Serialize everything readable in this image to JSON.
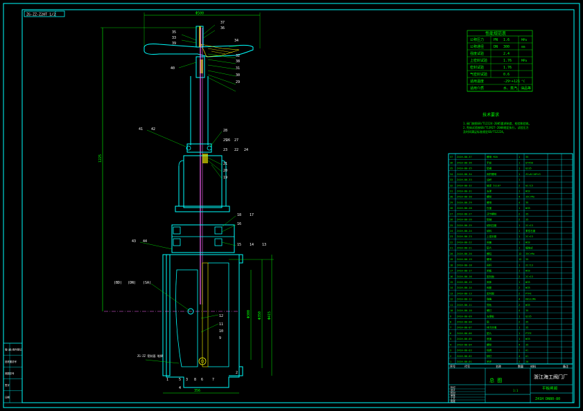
{
  "sheet": {
    "drawing_code_box": "ZG-ZZ-Z20T 1/2",
    "title_block": {
      "company": "浙江海工阀门厂",
      "assembly_label": "总 图",
      "product_name": "平板闸阀",
      "drawing_no": "Z41H DN80-80",
      "scale_label": "1:1"
    },
    "spec_table": {
      "title": "性能规范表",
      "rows": [
        {
          "label": "公称压力",
          "sym": "PN",
          "value": "1.6",
          "unit": "MPa"
        },
        {
          "label": "公称通径",
          "sym": "DN",
          "value": "300",
          "unit": "mm"
        },
        {
          "label": "强度试验",
          "sym": "",
          "value": "2.4",
          "unit": ""
        },
        {
          "label": "上密封试验",
          "sym": "",
          "value": "1.76",
          "unit": "MPa"
        },
        {
          "label": "密封试验",
          "sym": "",
          "value": "1.76",
          "unit": ""
        },
        {
          "label": "气密封试验",
          "sym": "",
          "value": "0.6",
          "unit": ""
        },
        {
          "label": "适用温度",
          "sym": "",
          "value": "-29~+121",
          "unit": "°C"
        },
        {
          "label": "适用介质",
          "sym": "",
          "value": "水、蒸汽、油品等",
          "unit": ""
        }
      ]
    },
    "tech_req": {
      "title": "技术要求",
      "lines": [
        "1.阀门按照GB/T12224-2005要求制造、检验和验收。",
        "2.壳体试验按GB/T13927-2008规定执行，试验压力",
        "  及时间满足标准规定GB/T12224。"
      ]
    },
    "part_labels": [
      "37",
      "36",
      "35",
      "34",
      "33",
      "32",
      "39",
      "38",
      "31",
      "30",
      "29",
      "40",
      "28",
      "27",
      "26",
      "25",
      "24",
      "23",
      "22",
      "21",
      "41",
      "42",
      "20",
      "19",
      "18",
      "17",
      "16",
      "15",
      "14",
      "13",
      "12",
      "11",
      "10",
      "43",
      "44",
      "9",
      "8",
      "7",
      "6",
      "5",
      "4",
      "3",
      "2",
      "1"
    ],
    "dimensions": {
      "top_width": "Φ500",
      "total_height": "1225",
      "face_length": "356",
      "bore_1": "Φ300",
      "bore_2": "Φ350",
      "bore_3": "Φ415",
      "bottom_width": "356"
    },
    "legend_notes": [
      "(BD)",
      "(DN)",
      "(SA)"
    ],
    "cutaway_note": "ZG-ZZ 密封面 堆焊",
    "bom": {
      "columns": [
        "序号",
        "代号",
        "名称",
        "数量",
        "材料",
        "备注"
      ],
      "rows": [
        [
          "37",
          "Z41H-80-37",
          "螺母 M20",
          "1",
          "35",
          ""
        ],
        [
          "36",
          "Z41H-80-36",
          "手轮",
          "1",
          "QT450",
          ""
        ],
        [
          "35",
          "Z41H-80-35",
          "垫圈",
          "1",
          "Q235",
          ""
        ],
        [
          "34",
          "Z41H-80-34",
          "阀杆螺母",
          "1",
          "ZCuAl10Fe3",
          ""
        ],
        [
          "33",
          "Z41H-80-33",
          "油杯",
          "1",
          "",
          ""
        ],
        [
          "32",
          "Z41H-80-32",
          "轴承 51107",
          "2",
          "GCr15",
          ""
        ],
        [
          "31",
          "Z41H-80-31",
          "支架",
          "1",
          "WCB",
          ""
        ],
        [
          "30",
          "Z41H-80-30",
          "螺栓",
          "4",
          "35CrMo",
          ""
        ],
        [
          "29",
          "Z41H-80-29",
          "螺母",
          "4",
          "35",
          ""
        ],
        [
          "28",
          "Z41H-80-28",
          "压盖",
          "1",
          "WCB",
          ""
        ],
        [
          "27",
          "Z41H-80-27",
          "活节螺栓",
          "2",
          "35",
          ""
        ],
        [
          "26",
          "Z41H-80-26",
          "销轴",
          "2",
          "35",
          ""
        ],
        [
          "25",
          "Z41H-80-25",
          "填料压套",
          "1",
          "2Cr13",
          ""
        ],
        [
          "24",
          "Z41H-80-24",
          "填料",
          "1",
          "柔性石墨",
          ""
        ],
        [
          "23",
          "Z41H-80-23",
          "上密封座",
          "1",
          "2Cr13",
          ""
        ],
        [
          "22",
          "Z41H-80-22",
          "阀盖",
          "1",
          "WCB",
          ""
        ],
        [
          "21",
          "Z41H-80-21",
          "垫片",
          "1",
          "缠绕式",
          ""
        ],
        [
          "20",
          "Z41H-80-20",
          "螺柱",
          "12",
          "35CrMo",
          ""
        ],
        [
          "19",
          "Z41H-80-19",
          "螺母",
          "12",
          "35",
          ""
        ],
        [
          "18",
          "Z41H-80-18",
          "阀杆",
          "1",
          "2Cr13",
          ""
        ],
        [
          "17",
          "Z41H-80-17",
          "闸板",
          "1",
          "WCB",
          ""
        ],
        [
          "16",
          "Z41H-80-16",
          "密封面",
          "2",
          "2Cr13",
          ""
        ],
        [
          "15",
          "Z41H-80-15",
          "阀体",
          "1",
          "WCB",
          ""
        ],
        [
          "14",
          "Z41H-80-14",
          "阀座",
          "2",
          "WCB",
          ""
        ],
        [
          "13",
          "Z41H-80-13",
          "密封圈",
          "2",
          "PTFE",
          ""
        ],
        [
          "12",
          "Z41H-80-12",
          "弹簧",
          "4",
          "60Si2Mn",
          ""
        ],
        [
          "11",
          "Z41H-80-11",
          "导轨",
          "2",
          "WCB",
          ""
        ],
        [
          "10",
          "Z41H-80-10",
          "螺钉",
          "4",
          "35",
          ""
        ],
        [
          "9",
          "Z41H-80-09",
          "支撑板",
          "1",
          "Q235",
          ""
        ],
        [
          "8",
          "Z41H-80-08",
          "销",
          "2",
          "35",
          ""
        ],
        [
          "7",
          "Z41H-80-07",
          "排污丝堵",
          "1",
          "35",
          ""
        ],
        [
          "6",
          "Z41H-80-06",
          "垫片",
          "1",
          "PTFE",
          ""
        ],
        [
          "5",
          "Z41H-80-05",
          "底盖",
          "1",
          "WCB",
          ""
        ],
        [
          "4",
          "Z41H-80-04",
          "螺栓",
          "4",
          "35",
          ""
        ],
        [
          "3",
          "Z41H-80-03",
          "铭牌",
          "1",
          "Al",
          ""
        ],
        [
          "2",
          "Z41H-80-02",
          "铆钉",
          "4",
          "Al",
          ""
        ],
        [
          "1",
          "Z41H-80-01",
          "吊环",
          "2",
          "20",
          ""
        ]
      ]
    },
    "revision_block": {
      "rows": [
        "标记",
        "设计",
        "校对",
        "审核",
        "工艺",
        "批准"
      ]
    },
    "side_strip": [
      "借(通)用件登记",
      "旧底图总号",
      "底图总号",
      "签字",
      "日期"
    ],
    "colors": {
      "background": "#000000",
      "frame": "#00ffff",
      "outline": "#00ffff",
      "dimension": "#00ff00",
      "table_text": "#00ff00",
      "stem": "#ff66ff",
      "highlight": "#ffff00",
      "label": "#ffffff"
    }
  }
}
